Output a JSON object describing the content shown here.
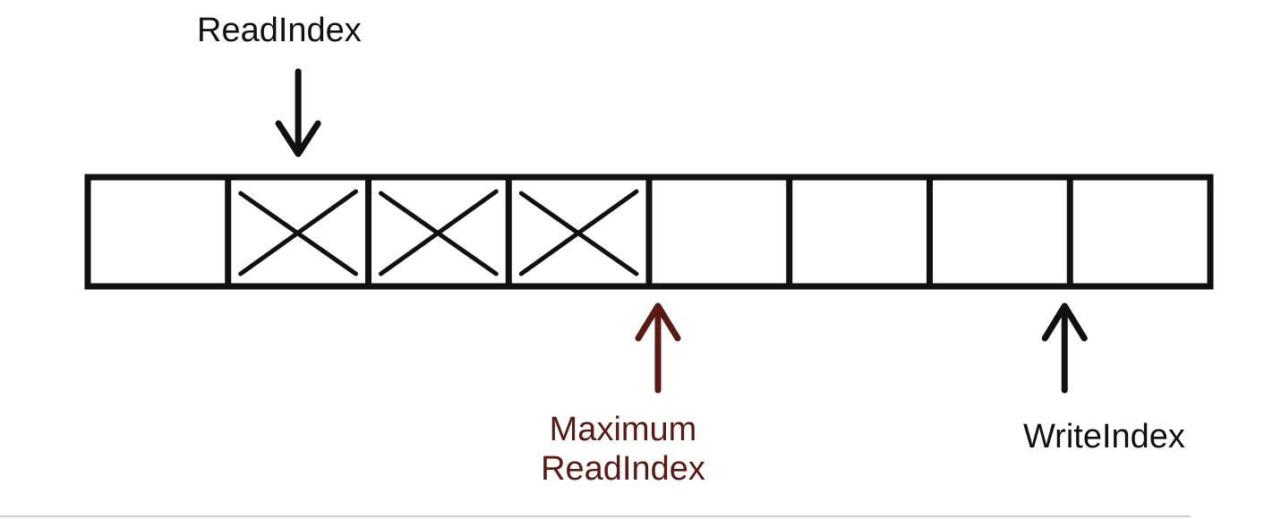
{
  "labels": {
    "read_index": "ReadIndex",
    "maximum_read_index_line1": "Maximum",
    "maximum_read_index_line2": "ReadIndex",
    "write_index": "WriteIndex"
  },
  "buffer": {
    "slot_count": 8,
    "slots": [
      {
        "state": "empty"
      },
      {
        "state": "crossed"
      },
      {
        "state": "crossed"
      },
      {
        "state": "crossed"
      },
      {
        "state": "empty"
      },
      {
        "state": "empty"
      },
      {
        "state": "empty"
      },
      {
        "state": "empty"
      }
    ]
  },
  "pointers": [
    {
      "name": "read-index",
      "direction": "down",
      "slot_index": 1,
      "position": "center",
      "color": "#111111"
    },
    {
      "name": "maximum-read-index",
      "direction": "up",
      "slot_index": 4,
      "position": "left-edge",
      "color": "#5a1a14"
    },
    {
      "name": "write-index",
      "direction": "up",
      "slot_index": 7,
      "position": "left-edge",
      "color": "#111111"
    }
  ],
  "colors": {
    "ink": "#111111",
    "accent": "#5a1a14",
    "background": "#ffffff"
  }
}
